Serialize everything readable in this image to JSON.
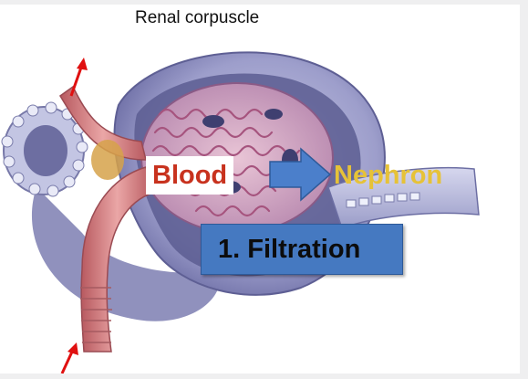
{
  "title": "Renal corpuscle",
  "labels": {
    "blood": "Blood",
    "nephron": "Nephron",
    "step": "1.  Filtration"
  },
  "colors": {
    "blood_text": "#c8321e",
    "nephron_text": "#e6c238",
    "arrow_fill": "#4b7fcb",
    "filtration_box": "#4579c1",
    "vessel": "#d9888a",
    "capsule": "#8e8fc0",
    "blood_flow_arrow": "#e01010"
  },
  "icons": {
    "flow_arrow": "block-arrow-right",
    "blood_flow_in": "red-arrow-up",
    "blood_flow_out": "red-arrow-up"
  }
}
